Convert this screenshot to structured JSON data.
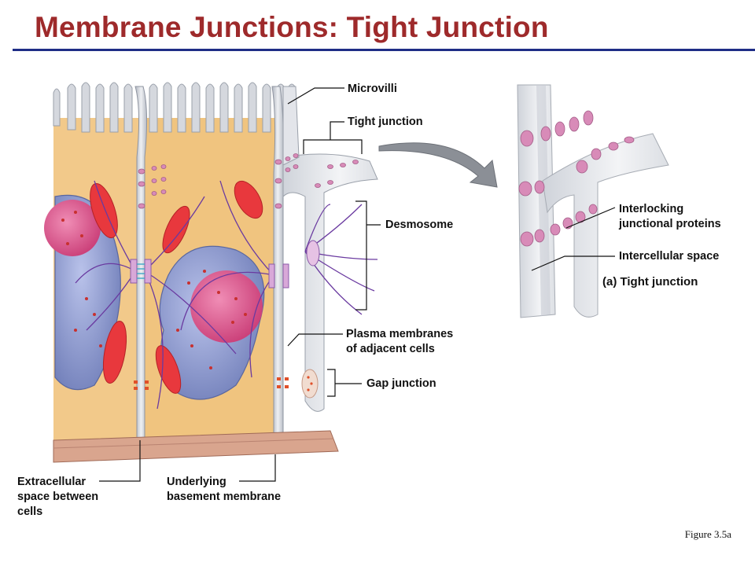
{
  "title": "Membrane Junctions: Tight Junction",
  "labels": {
    "microvilli": "Microvilli",
    "tight_junction": "Tight junction",
    "desmosome": "Desmosome",
    "plasma_line1": "Plasma membranes",
    "plasma_line2": "of adjacent cells",
    "gap_junction": "Gap junction",
    "extracellular_line1": "Extracellular",
    "extracellular_line2": "space between",
    "extracellular_line3": "cells",
    "basement_line1": "Underlying",
    "basement_line2": "basement membrane",
    "interlocking_line1": "Interlocking",
    "interlocking_line2": "junctional proteins",
    "intercellular_space": "Intercellular space"
  },
  "caption": "(a) Tight junction",
  "figure_ref": "Figure 3.5a",
  "colors": {
    "title": "#9e2a2b",
    "rule": "#1f2d86",
    "cytoplasm": "#f2c98a",
    "membrane": "#c9ccd4",
    "nucleus": "#8e9bd0",
    "nucleolus": "#d64f86",
    "mitochondria": "#e8383d",
    "junction_proteins": "#d88bb8",
    "basement": "#d9a58e"
  }
}
